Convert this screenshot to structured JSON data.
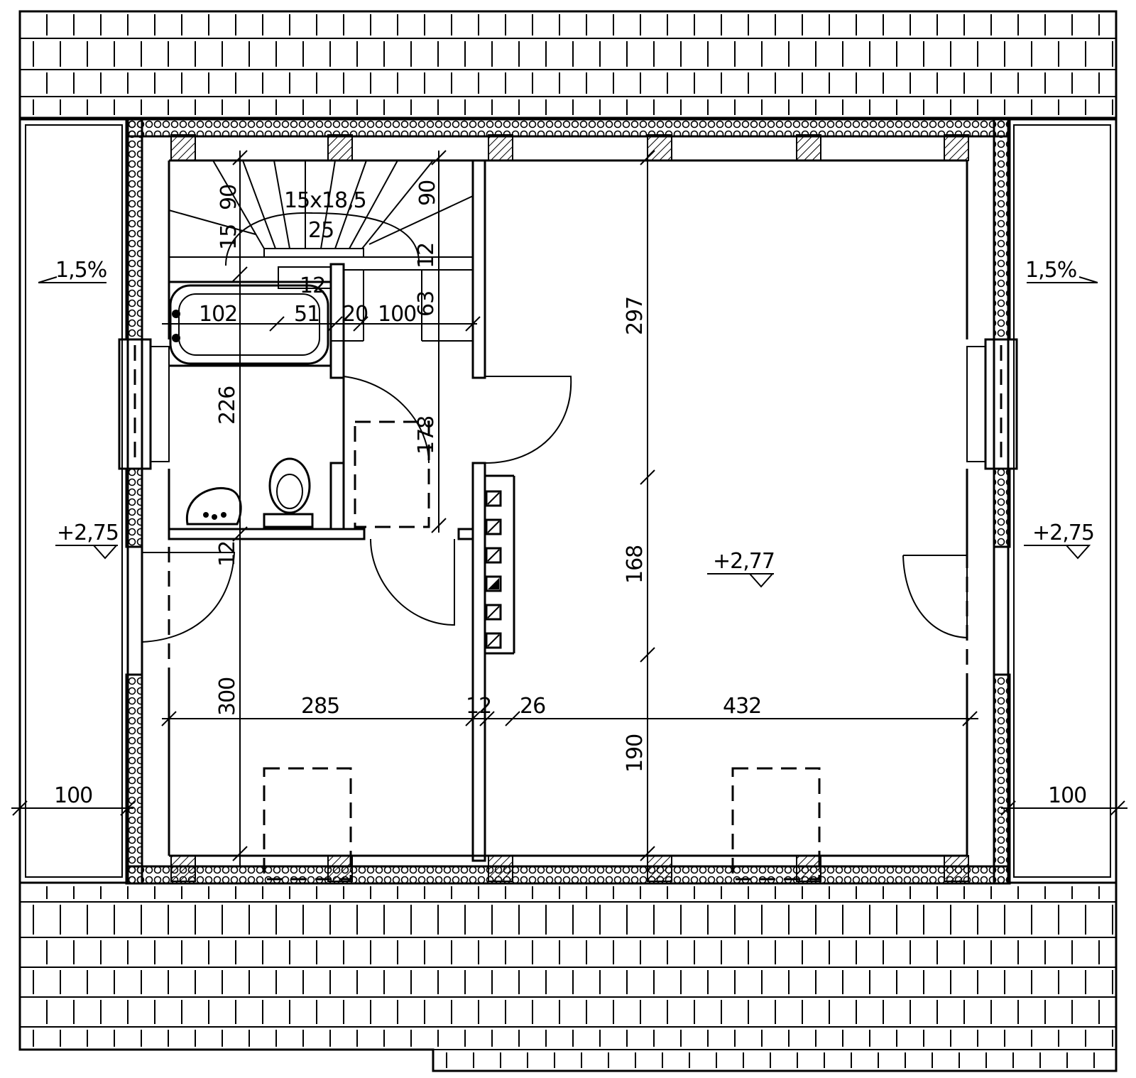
{
  "dimensions": {
    "d297": "297",
    "d168": "168",
    "d190": "190",
    "d226": "226",
    "d300": "300",
    "d285": "285",
    "d432": "432",
    "d12_mid": "12",
    "d26": "26",
    "d12_left": "12",
    "d178": "178",
    "d102": "102",
    "d51": "51",
    "d20": "20",
    "d100_top": "100",
    "d63": "63",
    "d12_bath": "12",
    "d12_stair": "12",
    "d90_left": "90",
    "d90_right": "90",
    "d15": "15",
    "d100_left": "100",
    "d100_right": "100"
  },
  "stair": {
    "steps": "15x18,5",
    "tread": "25"
  },
  "levels": {
    "left": "+2,75",
    "right": "+2,75",
    "room": "+2,77"
  },
  "slopes": {
    "left": "1,5%",
    "right": "1,5%"
  }
}
